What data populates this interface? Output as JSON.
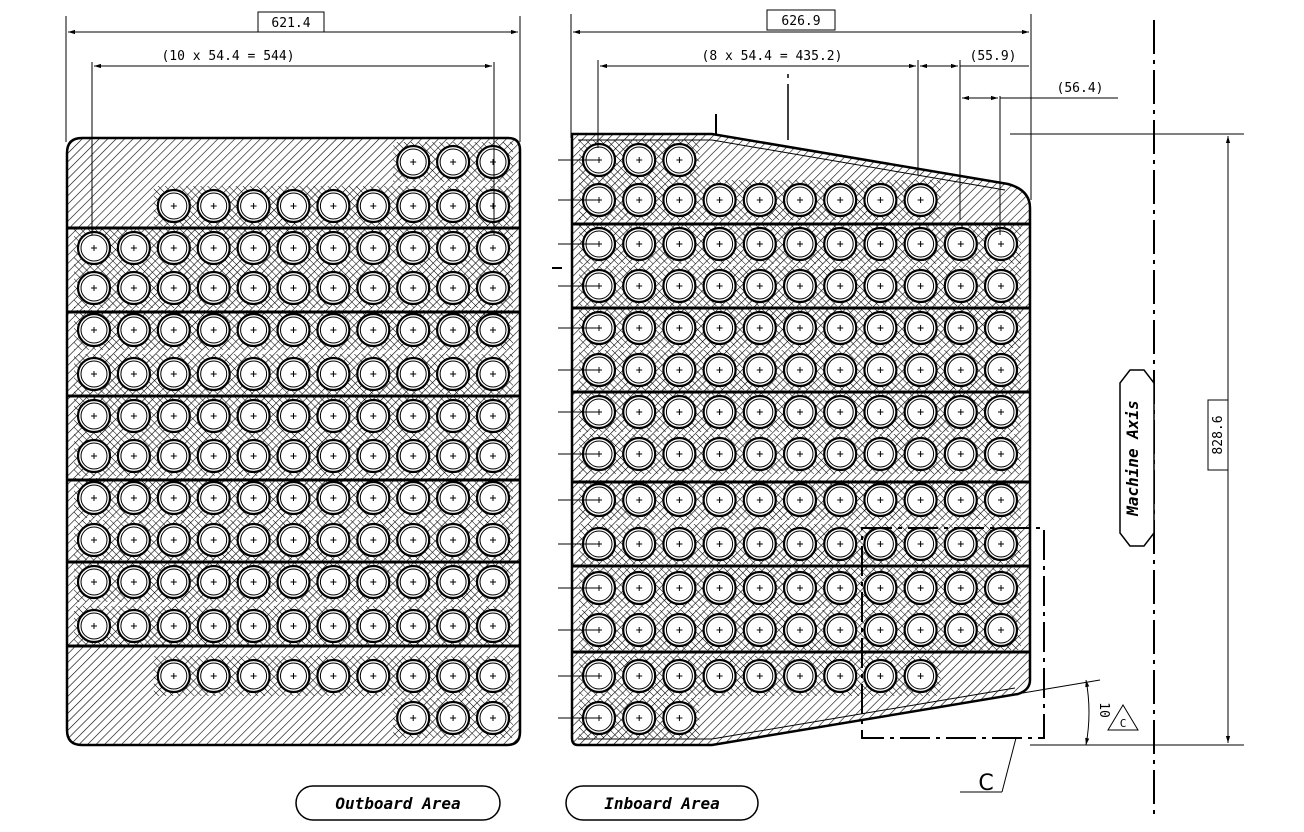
{
  "dimensions": {
    "outboard_width": "621.4",
    "outboard_pitch": "(10 x 54.4 = 544)",
    "inboard_width": "626.9",
    "inboard_pitch": "(8 x 54.4 = 435.2)",
    "inboard_offset_1": "(55.9)",
    "inboard_offset_2": "(56.4)",
    "height": "828.6",
    "angle": "10",
    "view_marker": "C"
  },
  "labels": {
    "outboard": "Outboard Area",
    "inboard": "Inboard Area",
    "machine_axis": "Machine Axis",
    "section": "C"
  }
}
